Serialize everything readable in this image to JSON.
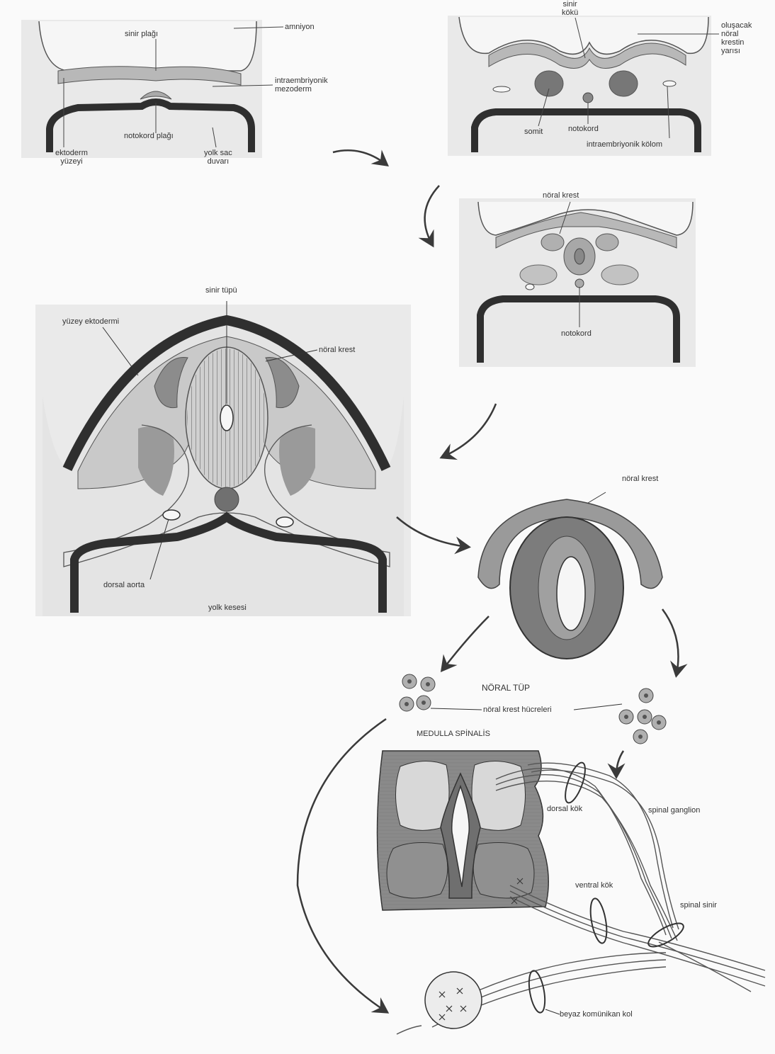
{
  "colors": {
    "ink": "#3a3a3a",
    "tissue": "#bdbdbd",
    "tissue_light": "#d6d6d6",
    "dark": "#2f2f2f",
    "mid": "#8a8a8a",
    "bg": "#f4f4f4"
  },
  "labels": {
    "p1_sinir_plagi": "sinir plağı",
    "p1_amniyon": "amniyon",
    "p1_intraemb_mez": "intraembriyonik\nmezoderm",
    "p1_notokord_plagi": "notokord plağı",
    "p1_ektoderm": "ektoderm\nyüzeyi",
    "p1_yolk_sac": "yolk sac\nduvarı",
    "p2_sinir_koku": "sinir\nkökü",
    "p2_olusacak": "oluşacak\nnöral\nkrestin\nyarısı",
    "p2_somit": "somit",
    "p2_notokord": "notokord",
    "p2_kolom": "intraembriyonik kölom",
    "p3_noral_krest": "nöral krest",
    "p3_notokord": "notokord",
    "p4_sinir_tupu": "sinir tüpü",
    "p4_yuzey": "yüzey ektodermi",
    "p4_noral_krest": "nöral krest",
    "p4_dorsal_aorta": "dorsal aorta",
    "p4_yolk": "yolk kesesi",
    "p5_noral_krest": "nöral krest",
    "p5_noral_tup": "NÖRAL TÜP",
    "p5_krest_hucre": "nöral krest hücreleri",
    "p6_medulla": "MEDULLA SPİNALİS",
    "p6_dorsal_kok": "dorsal kök",
    "p6_spinal_ganglion": "spinal ganglion",
    "p6_ventral_kok": "ventral kök",
    "p6_spinal_sinir": "spinal sinir",
    "p6_beyaz": "beyaz komünikan kol"
  }
}
